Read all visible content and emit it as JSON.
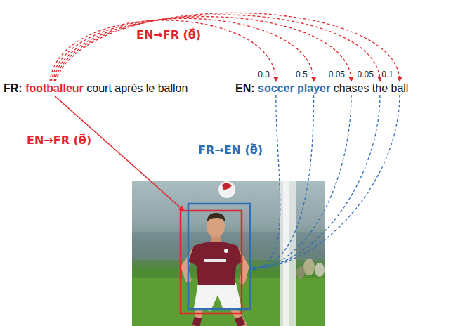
{
  "diagram": {
    "labels": [
      "EN→FR (θ⃗)",
      "FR:",
      "footballeur",
      "court après le ballon",
      "EN:",
      "soccer player",
      "chases the ball",
      "0.3",
      "0.5",
      "0.05",
      "0.05",
      "0.1",
      "EN→FR (θ⃗)",
      "FR→EN (θ⃖)"
    ]
  }
}
